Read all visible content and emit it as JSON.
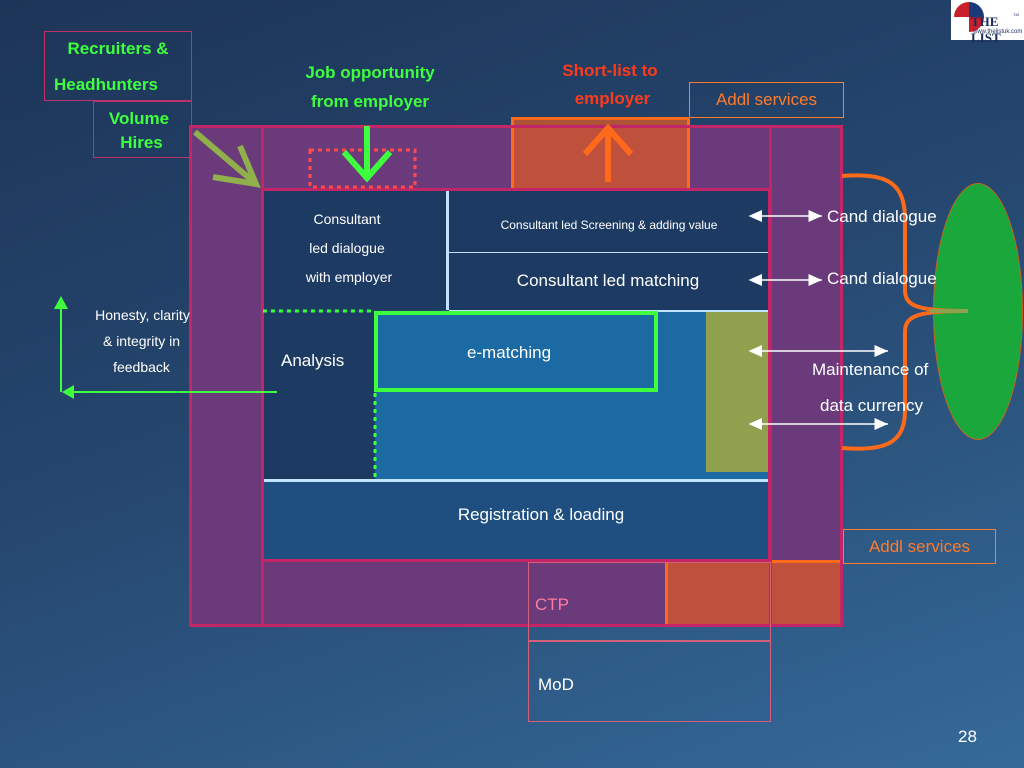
{
  "logo": {
    "title": "THE LIST",
    "tm": "TM",
    "url": "www.thelistuk.com"
  },
  "labels": {
    "recruiters_line1": "Recruiters &",
    "recruiters_line2": "Headhunters",
    "volume_line1": "Volume",
    "volume_line2": "Hires",
    "job_line1": "Job opportunity",
    "job_line2": "from employer",
    "shortlist_line1": "Short-list to",
    "shortlist_line2": "employer",
    "addl_services_top": "Addl services",
    "addl_services_bottom": "Addl services",
    "consultant_line1": "Consultant",
    "consultant_line2": "led dialogue",
    "consultant_line3": "with employer",
    "screening": "Consultant led Screening & adding value",
    "matching": "Consultant led matching",
    "cand_dialogue_1": "Cand dialogue",
    "cand_dialogue_2": "Cand dialogue",
    "honesty_line1": "Honesty, clarity",
    "honesty_line2": "& integrity in",
    "honesty_line3": "feedback",
    "analysis": "Analysis",
    "ematching": "e-matching",
    "maintenance_line1": "Maintenance of",
    "maintenance_line2": "data currency",
    "registration": "Registration & loading",
    "ctp": "CTP",
    "mod": "MoD",
    "page_number": "28"
  },
  "colors": {
    "magenta_border": "#c42566",
    "purple_fill": "#6a3a7a",
    "orange": "#ff6a1a",
    "green": "#3dff3d",
    "olive": "#8fa04f",
    "ellipse_green": "#1aa83c"
  },
  "icons": [
    "down-arrow-icon",
    "up-arrow-icon",
    "diagonal-arrow-icon",
    "double-headed-arrow-icon",
    "brace-icon"
  ]
}
